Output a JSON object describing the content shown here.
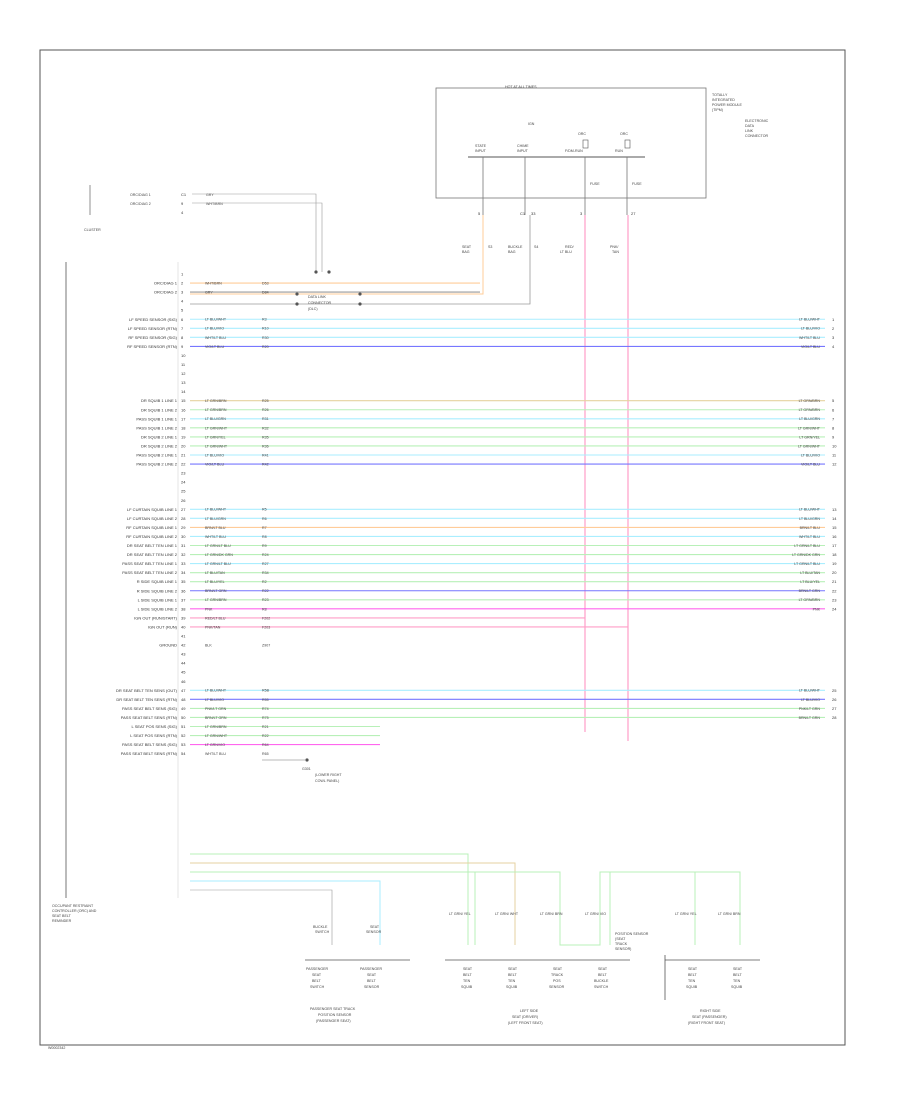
{
  "footer": {
    "code": "W0002342"
  },
  "colors": {
    "cyan": "#aaeeff",
    "blue": "#7777ff",
    "green": "#b8f0b8",
    "orange": "#ffcc99",
    "pink": "#ff9ec7",
    "magenta": "#ff66ee",
    "tan": "#e6d2a0",
    "gray": "#9a9a9a"
  },
  "top_module": {
    "fuse_label": "HOT AT ALL TIMES",
    "title_lines": [
      "TOTALLY",
      "INTEGRATED",
      "POWER MODULE",
      "(TIPM)"
    ],
    "side_lines": [
      "ELECTRONIC",
      "DATA",
      "LINK",
      "CONNECTOR"
    ],
    "center_label": "IGN",
    "fuses": [
      {
        "top": "",
        "name": "STATE",
        "sub": "INPUT"
      },
      {
        "top": "",
        "name": "CHIME",
        "sub": "INPUT"
      },
      {
        "top": "ORC",
        "name": "F/DM-RUN",
        "sub": "FUSE"
      },
      {
        "top": "ORC",
        "name": "RUN",
        "sub": "FUSE"
      }
    ],
    "pins": [
      "5",
      "C1",
      "33",
      "3",
      "27"
    ],
    "wires": [
      {
        "name": "SEAT",
        "sub": "BAG",
        "code": "S3"
      },
      {
        "name": "BUCKLE",
        "sub": "BAG",
        "code": "S4"
      },
      {
        "name": "RED/",
        "sub": "LT BLU",
        "code": ""
      },
      {
        "name": "PNK/",
        "sub": "TAN",
        "code": ""
      }
    ]
  },
  "cluster": {
    "label": "CLUSTER",
    "rows": [
      {
        "pin": "C1",
        "label": "ORC/DIAG 1",
        "wire": "GRY"
      },
      {
        "pin": "9",
        "label": "ORC/DIAG 2",
        "wire": "WHT/BRN"
      },
      {
        "pin": "4",
        "label": "",
        "wire": ""
      }
    ]
  },
  "orc": {
    "splice": [
      "DATA LINK",
      "CONNECTOR",
      "(DLC)"
    ],
    "bottom_note": [
      "OCCUPANT RESTRAINT",
      "CONTROLLER (ORC) AND",
      "SEAT BELT",
      "REMINDER"
    ],
    "rows": [
      {
        "pin": "1",
        "label": "",
        "wire": "",
        "code": "",
        "rpin": "",
        "color": "none"
      },
      {
        "pin": "2",
        "label": "ORC/DIAG 1",
        "wire": "WHT/BRN",
        "code": "D53",
        "rpin": "",
        "color": "orange"
      },
      {
        "pin": "3",
        "label": "ORC/DIAG 2",
        "wire": "GRY",
        "code": "D84",
        "rpin": "",
        "color": "gray"
      },
      {
        "pin": "4",
        "label": "",
        "wire": "",
        "code": "",
        "rpin": "",
        "color": "none"
      },
      {
        "pin": "5",
        "label": "",
        "wire": "",
        "code": "",
        "rpin": "",
        "color": "none"
      },
      {
        "pin": "6",
        "label": "LF SPEED SENSOR (SIG)",
        "wire": "LT BLU/WHT",
        "code": "R3",
        "rpin": "1",
        "color": "cyan"
      },
      {
        "pin": "7",
        "label": "LF SPEED SENSOR (RTN)",
        "wire": "LT BLU/VIO",
        "code": "R10",
        "rpin": "2",
        "color": "cyan"
      },
      {
        "pin": "8",
        "label": "RF SPEED SENSOR (SIG)",
        "wire": "WHT/LT BLU",
        "code": "R30",
        "rpin": "3",
        "color": "cyan"
      },
      {
        "pin": "9",
        "label": "RF SPEED SENSOR (RTN)",
        "wire": "VIO/LT BLU",
        "code": "R20",
        "rpin": "4",
        "color": "blue"
      },
      {
        "pin": "10",
        "label": "",
        "wire": "",
        "code": "",
        "rpin": "",
        "color": "none"
      },
      {
        "pin": "11",
        "label": "",
        "wire": "",
        "code": "",
        "rpin": "",
        "color": "none"
      },
      {
        "pin": "12",
        "label": "",
        "wire": "",
        "code": "",
        "rpin": "",
        "color": "none"
      },
      {
        "pin": "13",
        "label": "",
        "wire": "",
        "code": "",
        "rpin": "",
        "color": "none"
      },
      {
        "pin": "14",
        "label": "",
        "wire": "",
        "code": "",
        "rpin": "",
        "color": "none"
      },
      {
        "pin": "15",
        "label": "DR SQUIB 1 LINE 1",
        "wire": "LT GRN/BRN",
        "code": "R25",
        "rpin": "5",
        "color": "tan"
      },
      {
        "pin": "16",
        "label": "DR SQUIB 1 LINE 2",
        "wire": "LT GRN/BRN",
        "code": "R26",
        "rpin": "6",
        "color": "green"
      },
      {
        "pin": "17",
        "label": "PASS SQUIB 1 LINE 1",
        "wire": "LT BLU/GRN",
        "code": "R31",
        "rpin": "7",
        "color": "cyan"
      },
      {
        "pin": "18",
        "label": "PASS SQUIB 1 LINE 2",
        "wire": "LT GRN/WHT",
        "code": "R32",
        "rpin": "8",
        "color": "green"
      },
      {
        "pin": "19",
        "label": "DR SQUIB 2 LINE 1",
        "wire": "LT GRN/YEL",
        "code": "R35",
        "rpin": "9",
        "color": "green"
      },
      {
        "pin": "20",
        "label": "DR SQUIB 2 LINE 2",
        "wire": "LT GRN/WHT",
        "code": "R36",
        "rpin": "10",
        "color": "green"
      },
      {
        "pin": "21",
        "label": "PASS SQUIB 2 LINE 1",
        "wire": "LT BLU/VIO",
        "code": "R41",
        "rpin": "11",
        "color": "cyan"
      },
      {
        "pin": "22",
        "label": "PASS SQUIB 2 LINE 2",
        "wire": "VIO/LT BLU",
        "code": "R42",
        "rpin": "12",
        "color": "blue"
      },
      {
        "pin": "23",
        "label": "",
        "wire": "",
        "code": "",
        "rpin": "",
        "color": "none"
      },
      {
        "pin": "24",
        "label": "",
        "wire": "",
        "code": "",
        "rpin": "",
        "color": "none"
      },
      {
        "pin": "25",
        "label": "",
        "wire": "",
        "code": "",
        "rpin": "",
        "color": "none"
      },
      {
        "pin": "26",
        "label": "",
        "wire": "",
        "code": "",
        "rpin": "",
        "color": "none"
      },
      {
        "pin": "27",
        "label": "LF CURTAIN SQUIB LINE 1",
        "wire": "LT BLU/WHT",
        "code": "R5",
        "rpin": "13",
        "color": "cyan"
      },
      {
        "pin": "28",
        "label": "LF CURTAIN SQUIB LINE 2",
        "wire": "LT BLU/GRN",
        "code": "R6",
        "rpin": "14",
        "color": "cyan"
      },
      {
        "pin": "29",
        "label": "RF CURTAIN SQUIB LINE 1",
        "wire": "BRN/LT BLU",
        "code": "R7",
        "rpin": "15",
        "color": "orange"
      },
      {
        "pin": "30",
        "label": "RF CURTAIN SQUIB LINE 2",
        "wire": "WHT/LT BLU",
        "code": "R8",
        "rpin": "16",
        "color": "cyan"
      },
      {
        "pin": "31",
        "label": "DR SEAT BELT TEN LINE 1",
        "wire": "LT GRN/LT BLU",
        "code": "R9",
        "rpin": "17",
        "color": "green"
      },
      {
        "pin": "32",
        "label": "DR SEAT BELT TEN LINE 2",
        "wire": "LT GRN/DK GRN",
        "code": "R24",
        "rpin": "18",
        "color": "green"
      },
      {
        "pin": "33",
        "label": "PASS SEAT BELT TEN LINE 1",
        "wire": "LT GRN/LT BLU",
        "code": "R27",
        "rpin": "19",
        "color": "cyan"
      },
      {
        "pin": "34",
        "label": "PASS SEAT BELT TEN LINE 2",
        "wire": "LT BLU/TAN",
        "code": "R34",
        "rpin": "20",
        "color": "green"
      },
      {
        "pin": "35",
        "label": "R SIDE SQUIB LINE 1",
        "wire": "LT BLU/YEL",
        "code": "R2",
        "rpin": "21",
        "color": "green"
      },
      {
        "pin": "36",
        "label": "R SIDE SQUIB LINE 2",
        "wire": "BRN/LT GRN",
        "code": "R22",
        "rpin": "22",
        "color": "blue"
      },
      {
        "pin": "37",
        "label": "L SIDE SQUIB LINE 1",
        "wire": "LT GRN/BRN",
        "code": "R23",
        "rpin": "23",
        "color": "green"
      },
      {
        "pin": "38",
        "label": "L SIDE SQUIB LINE 2",
        "wire": "PNK",
        "code": "R8",
        "rpin": "24",
        "color": "magenta"
      },
      {
        "pin": "39",
        "label": "IGN OUT (RUN/START)",
        "wire": "RED/LT BLU",
        "code": "F202",
        "rpin": "",
        "color": "pink"
      },
      {
        "pin": "40",
        "label": "IGN OUT (RUN)",
        "wire": "PNK/TAN",
        "code": "F203",
        "rpin": "",
        "color": "pink"
      },
      {
        "pin": "41",
        "label": "",
        "wire": "",
        "code": "",
        "rpin": "",
        "color": "none"
      },
      {
        "pin": "42",
        "label": "GROUND",
        "wire": "BLK",
        "code": "Z907",
        "rpin": "",
        "color": "none"
      },
      {
        "pin": "43",
        "label": "",
        "wire": "",
        "code": "",
        "rpin": "",
        "color": "none"
      },
      {
        "pin": "44",
        "label": "",
        "wire": "",
        "code": "",
        "rpin": "",
        "color": "none"
      },
      {
        "pin": "45",
        "label": "",
        "wire": "",
        "code": "",
        "rpin": "",
        "color": "none"
      },
      {
        "pin": "46",
        "label": "",
        "wire": "",
        "code": "",
        "rpin": "",
        "color": "none"
      },
      {
        "pin": "47",
        "label": "DR SEAT BELT TEN SENS (OUT)",
        "wire": "LT BLU/WHT",
        "code": "R5B",
        "rpin": "25",
        "color": "cyan"
      },
      {
        "pin": "48",
        "label": "DR SEAT BELT TEN SENS (RTN)",
        "wire": "LT BLU/VIO",
        "code": "R55",
        "rpin": "26",
        "color": "blue"
      },
      {
        "pin": "49",
        "label": "PASS SEAT BELT SENS (SIG)",
        "wire": "PNK/LT GRN",
        "code": "R74",
        "rpin": "27",
        "color": "green"
      },
      {
        "pin": "50",
        "label": "PASS SEAT BELT SENS (RTN)",
        "wire": "BRN/LT GRN",
        "code": "R75",
        "rpin": "28",
        "color": "green"
      },
      {
        "pin": "51",
        "label": "L SEAT POS SENS (SIG)",
        "wire": "LT GRN/BRN",
        "code": "R21",
        "rpin": "",
        "color": "green"
      },
      {
        "pin": "52",
        "label": "L SEAT POS SENS (RTN)",
        "wire": "LT GRN/WHT",
        "code": "R22",
        "rpin": "",
        "color": "green"
      },
      {
        "pin": "53",
        "label": "PASS SEAT BELT SENS (SIG)",
        "wire": "LT GRN/VIO",
        "code": "R64",
        "rpin": "",
        "color": "magenta"
      },
      {
        "pin": "54",
        "label": "PASS SEAT BELT SENS (RTN)",
        "wire": "WHT/LT BLU",
        "code": "R65",
        "rpin": "",
        "color": "none"
      }
    ]
  },
  "ground_splice": [
    "G301",
    "(LOWER RIGHT",
    "COWL PANEL)"
  ],
  "seat_left": {
    "wires": [
      {
        "name": "BUCKLE",
        "sub": "SWITCH"
      },
      {
        "name": "SEAT",
        "sub": "SENSOR"
      }
    ],
    "parts": [
      {
        "line1": "PASSENGER",
        "line2": "SEAT",
        "line3": "BELT",
        "line4": "SWITCH"
      },
      {
        "line1": "PASSENGER",
        "line2": "SEAT",
        "line3": "BELT",
        "line4": "SENSOR"
      }
    ],
    "title": [
      "PASSENGER SEAT TRACK",
      "POSITION SENSOR",
      "(PASSENGER SEAT)"
    ]
  },
  "seat_mid": {
    "note": [
      "POSITION SENSOR",
      "(SEAT",
      "TRACK",
      "SENSOR)"
    ],
    "wires": [
      "LT GRN/ YEL",
      "LT GRN/ WHT",
      "LT GRN/ BRN",
      "LT GRN/ VIO"
    ],
    "parts": [
      {
        "line1": "SEAT",
        "line2": "BELT",
        "line3": "TEN",
        "line4": "SQUIB"
      },
      {
        "line1": "SEAT",
        "line2": "BELT",
        "line3": "TEN",
        "line4": "SQUIB"
      },
      {
        "line1": "SEAT",
        "line2": "TRACK",
        "line3": "POS",
        "line4": "SENSOR"
      },
      {
        "line1": "SEAT",
        "line2": "BELT",
        "line3": "BUCKLE",
        "line4": "SWITCH"
      }
    ],
    "title": [
      "LEFT SIDE",
      "SEAT (DRIVER)",
      "(LEFT FRONT SEAT)"
    ]
  },
  "seat_right": {
    "wires": [
      "LT GRN/ YEL",
      "LT GRN/ BRN"
    ],
    "parts": [
      {
        "line1": "SEAT",
        "line2": "BELT",
        "line3": "TEN",
        "line4": "SQUIB"
      },
      {
        "line1": "SEAT",
        "line2": "BELT",
        "line3": "TEN",
        "line4": "SQUIB"
      }
    ],
    "title": [
      "RIGHT SIDE",
      "SEAT (PASSENGER)",
      "(RIGHT FRONT SEAT)"
    ]
  }
}
